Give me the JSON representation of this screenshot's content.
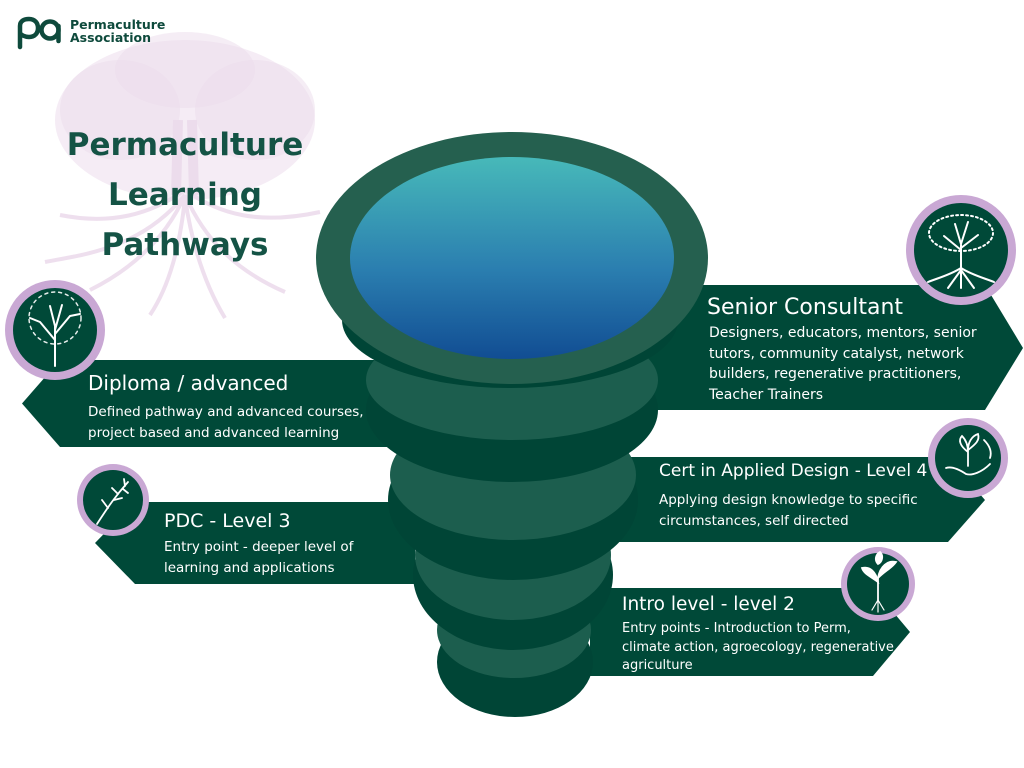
{
  "logo": {
    "line1": "Permaculture",
    "line2": "Association",
    "mark_icon": "pa-monogram-icon"
  },
  "title": {
    "line1": "Permaculture",
    "line2": "Learning",
    "line3": "Pathways"
  },
  "levels": {
    "senior": {
      "title": "Senior Consultant",
      "desc": [
        "Designers, educators, mentors, senior",
        "tutors, community catalyst, network",
        "builders, regenerative practitioners,",
        "Teacher Trainers"
      ],
      "icon": "tree-of-life-icon"
    },
    "diploma": {
      "title": "Diploma / advanced",
      "desc": [
        "Defined pathway and advanced courses,",
        "project based and advanced learning"
      ],
      "icon": "tree-icon"
    },
    "cert": {
      "title": "Cert in Applied Design - Level 4",
      "desc": [
        "Applying design knowledge to specific",
        "circumstances, self directed"
      ],
      "icon": "hand-with-plant-icon"
    },
    "pdc": {
      "title": "PDC - Level 3",
      "desc": [
        "Entry point - deeper level of",
        "learning and applications"
      ],
      "icon": "sprig-icon"
    },
    "intro": {
      "title": "Intro level - level 2",
      "desc": [
        "Entry points - Introduction to Perm,",
        "climate action, agroecology, regenerative",
        "agriculture"
      ],
      "icon": "seedling-icon"
    }
  },
  "colors": {
    "dark_green": "#004938",
    "funnel_light": "#1c5e4e",
    "funnel_dark": "#004536",
    "funnel_rim": "#25604f",
    "lavender": "#c9a8d4",
    "bg_tree": "#ecdcec",
    "water_top": "#47b9b9",
    "water_bottom": "#114d93"
  }
}
